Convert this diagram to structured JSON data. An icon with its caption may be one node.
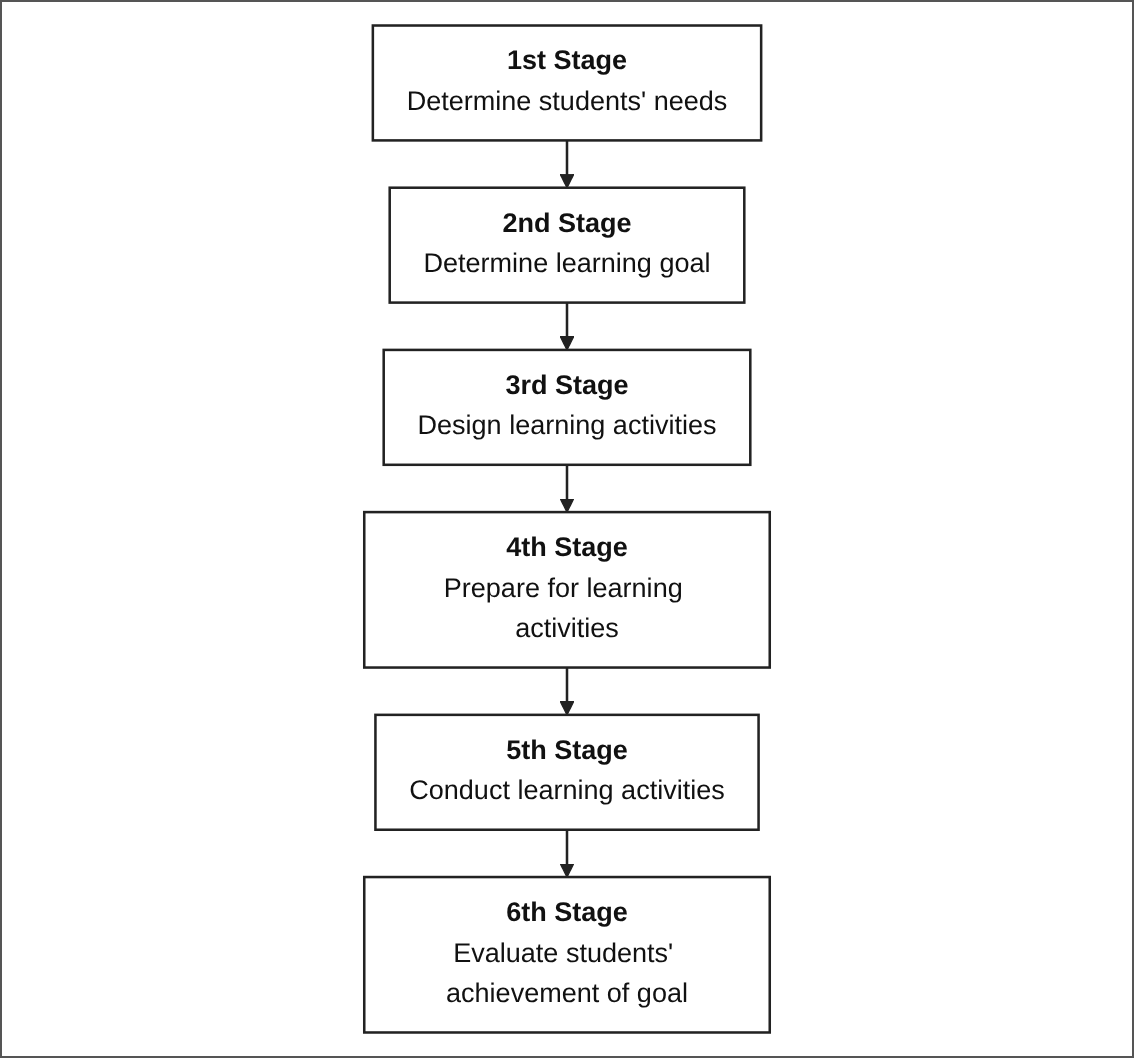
{
  "diagram": {
    "nodes": [
      {
        "text": [
          "1st Stage",
          "Determine students' needs"
        ]
      },
      {
        "text": [
          "2nd Stage",
          "Determine learning goal"
        ]
      },
      {
        "text": [
          "3rd Stage",
          "Design learning activities"
        ]
      },
      {
        "text": [
          "4th Stage",
          "Prepare for learning activities"
        ]
      },
      {
        "text": [
          "5th Stage",
          "Conduct learning activities"
        ]
      },
      {
        "text": [
          "6th Stage",
          "Evaluate students' achievement of goal"
        ]
      }
    ],
    "edges": [
      {
        "from": 0,
        "to": 1,
        "arrow": "to"
      },
      {
        "from": 1,
        "to": 2,
        "arrow": "to"
      },
      {
        "from": 2,
        "to": 3,
        "arrow": "to"
      },
      {
        "from": 3,
        "to": 4,
        "arrow": "to"
      },
      {
        "from": 4,
        "to": 5,
        "arrow": "to"
      }
    ]
  }
}
